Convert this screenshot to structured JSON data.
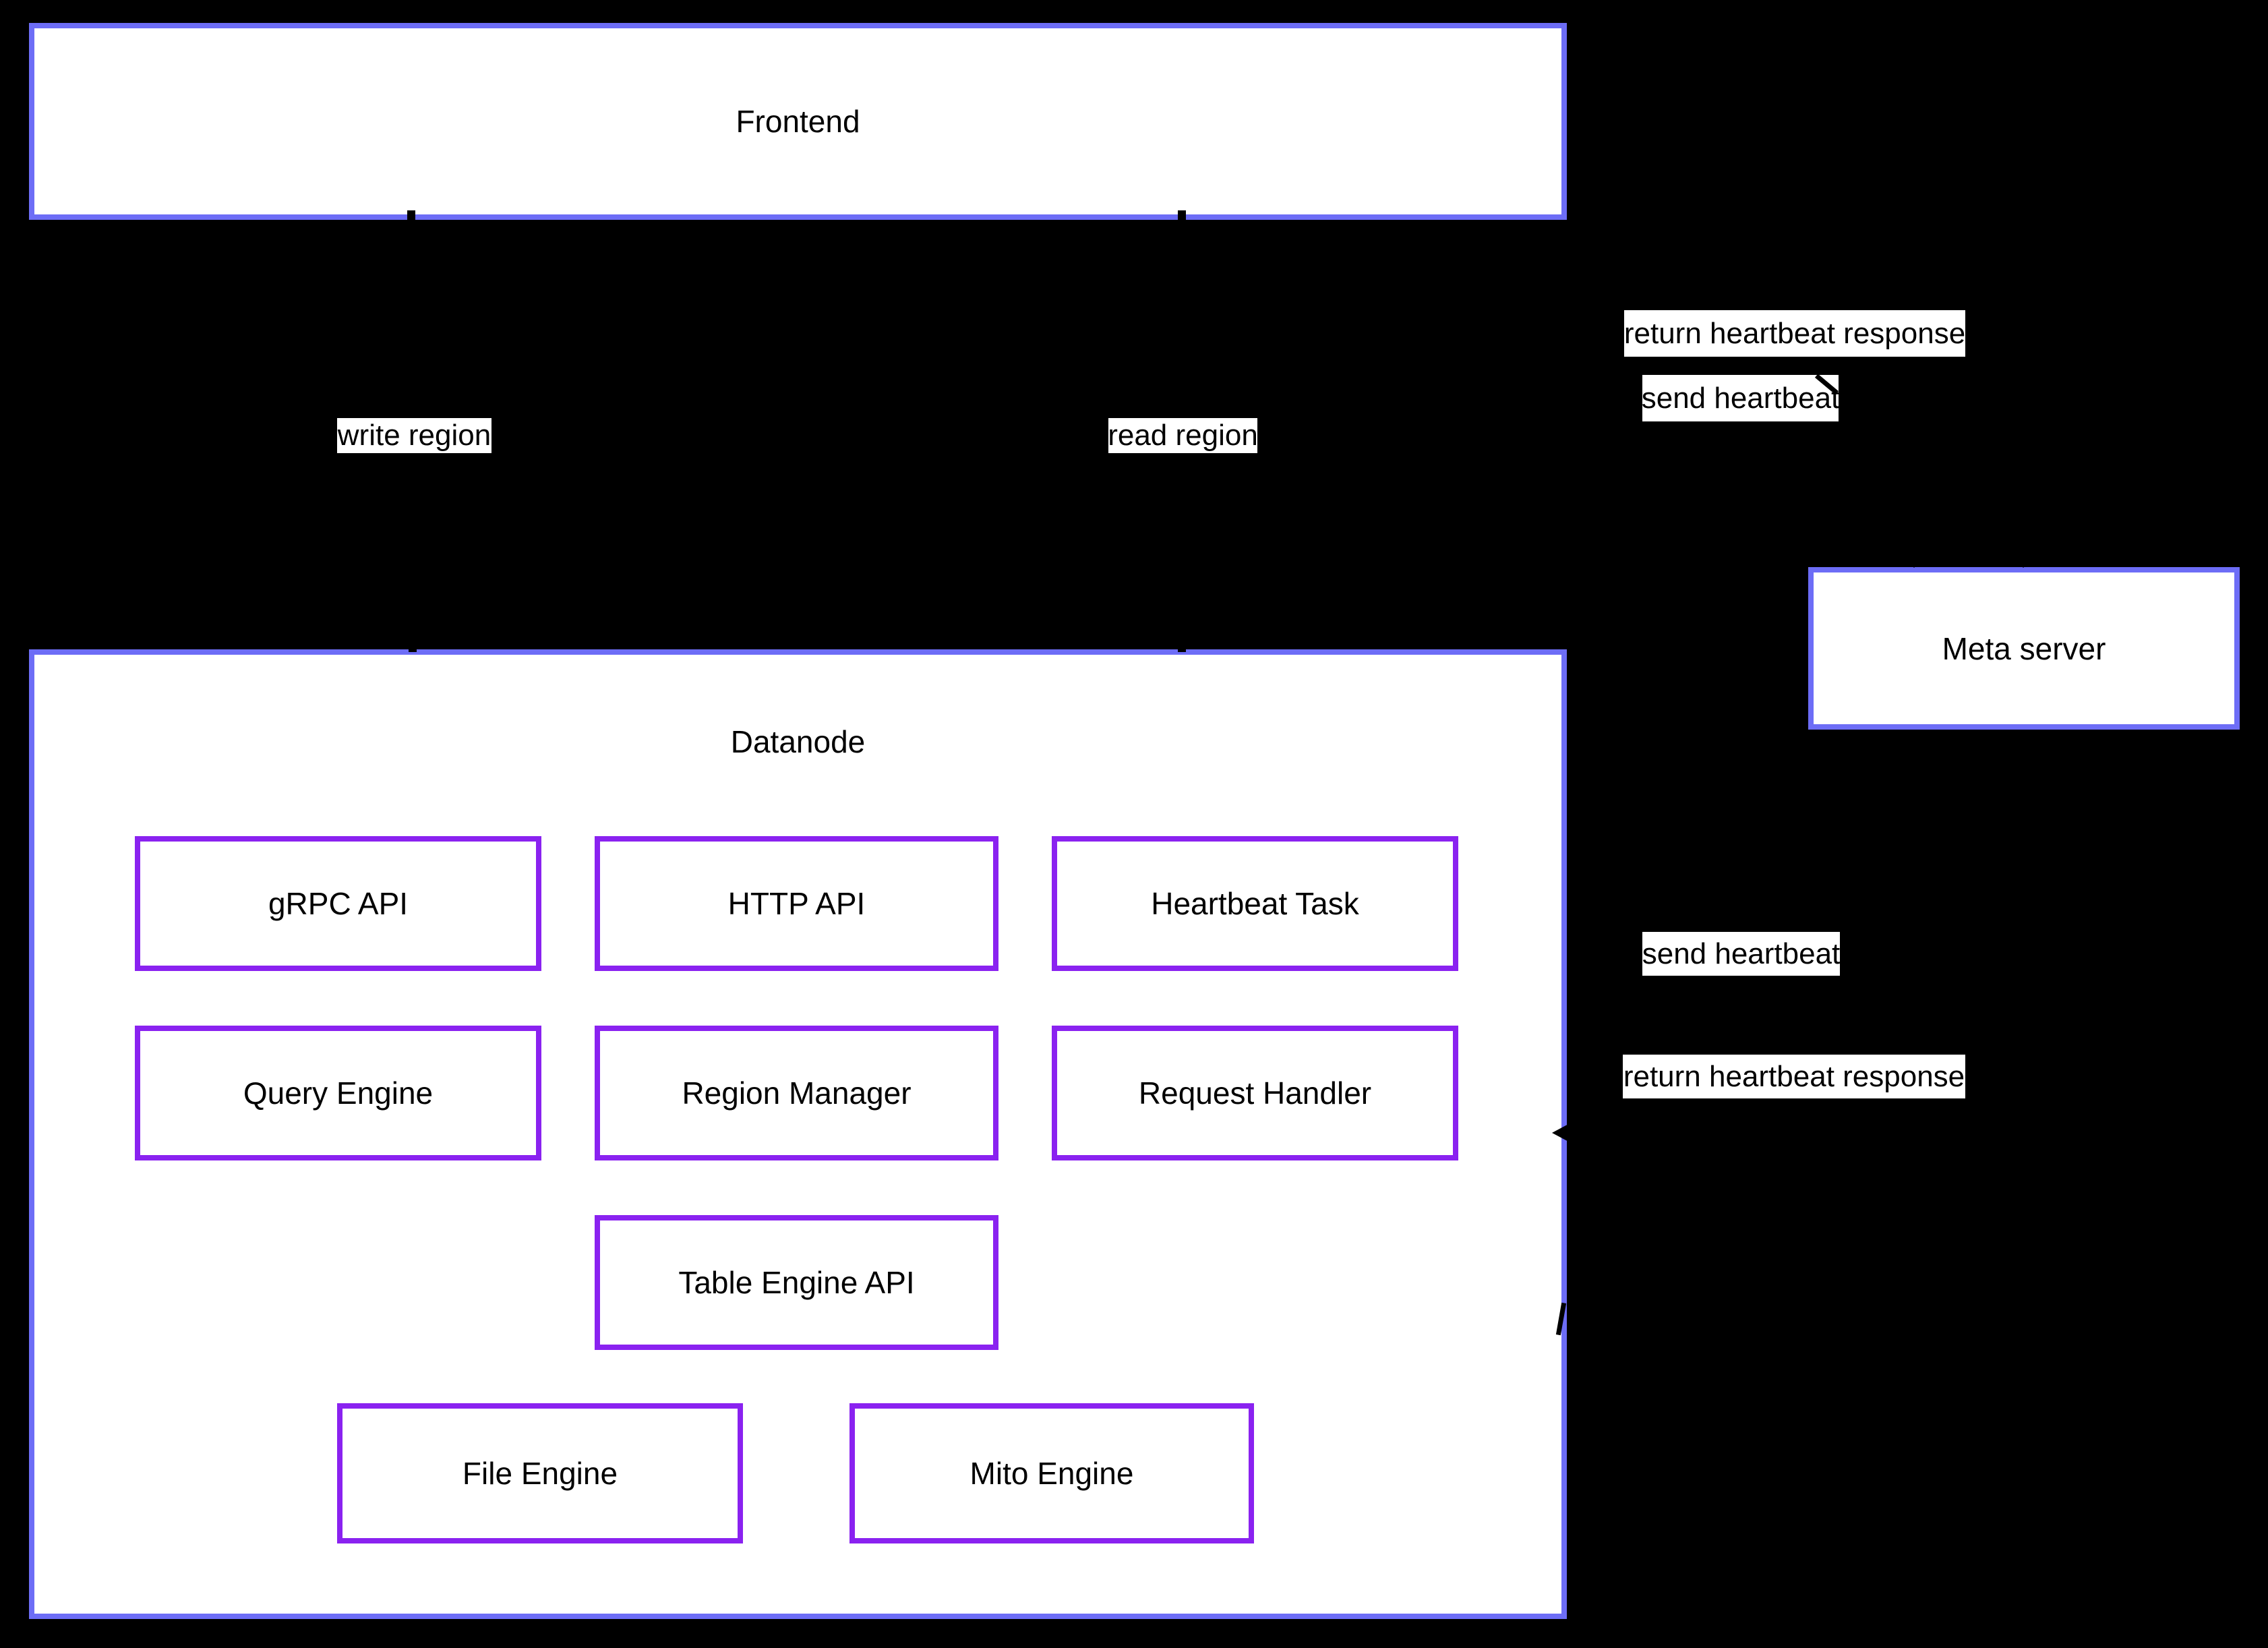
{
  "diagram": {
    "nodes": {
      "frontend": {
        "label": "Frontend"
      },
      "datanode": {
        "label": "Datanode"
      },
      "meta_server": {
        "label": "Meta server"
      },
      "grpc_api": {
        "label": "gRPC API"
      },
      "http_api": {
        "label": "HTTP API"
      },
      "heartbeat_task": {
        "label": "Heartbeat Task"
      },
      "query_engine": {
        "label": "Query Engine"
      },
      "region_manager": {
        "label": "Region Manager"
      },
      "request_handler": {
        "label": "Request Handler"
      },
      "table_engine_api": {
        "label": "Table Engine API"
      },
      "file_engine": {
        "label": "File Engine"
      },
      "mito_engine": {
        "label": "Mito Engine"
      }
    },
    "edge_labels": {
      "write_region": "write region",
      "read_region": "read region",
      "return_heartbeat_response_top": "return heartbeat response",
      "send_heartbeat_top": "send heartbeat",
      "send_heartbeat_mid": "send heartbeat",
      "return_heartbeat_response_mid": "return heartbeat response"
    },
    "colors": {
      "background": "#000000",
      "container_border": "#6D6DF6",
      "component_border": "#8A22F0",
      "node_fill": "#FFFFFF",
      "text": "#000000"
    }
  }
}
